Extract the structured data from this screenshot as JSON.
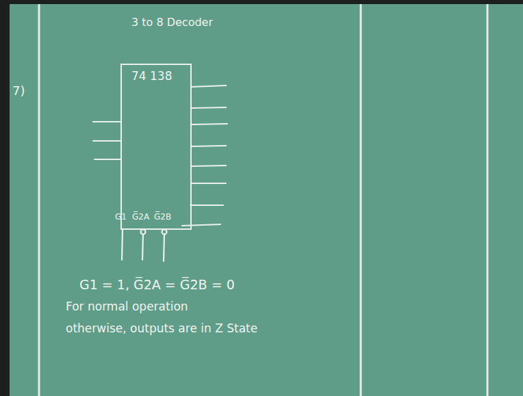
{
  "diagram": {
    "nodes": [
      {
        "text": [
          "3 to 8 Decoder",
          "74 138"
        ]
      }
    ],
    "labels": [
      "7)",
      "G1",
      "G̅2A",
      "G̅2B",
      "G1 = 1, G̅2A = G̅2B = 0",
      "For normal operation",
      "otherwise, outputs are in Z State"
    ]
  }
}
